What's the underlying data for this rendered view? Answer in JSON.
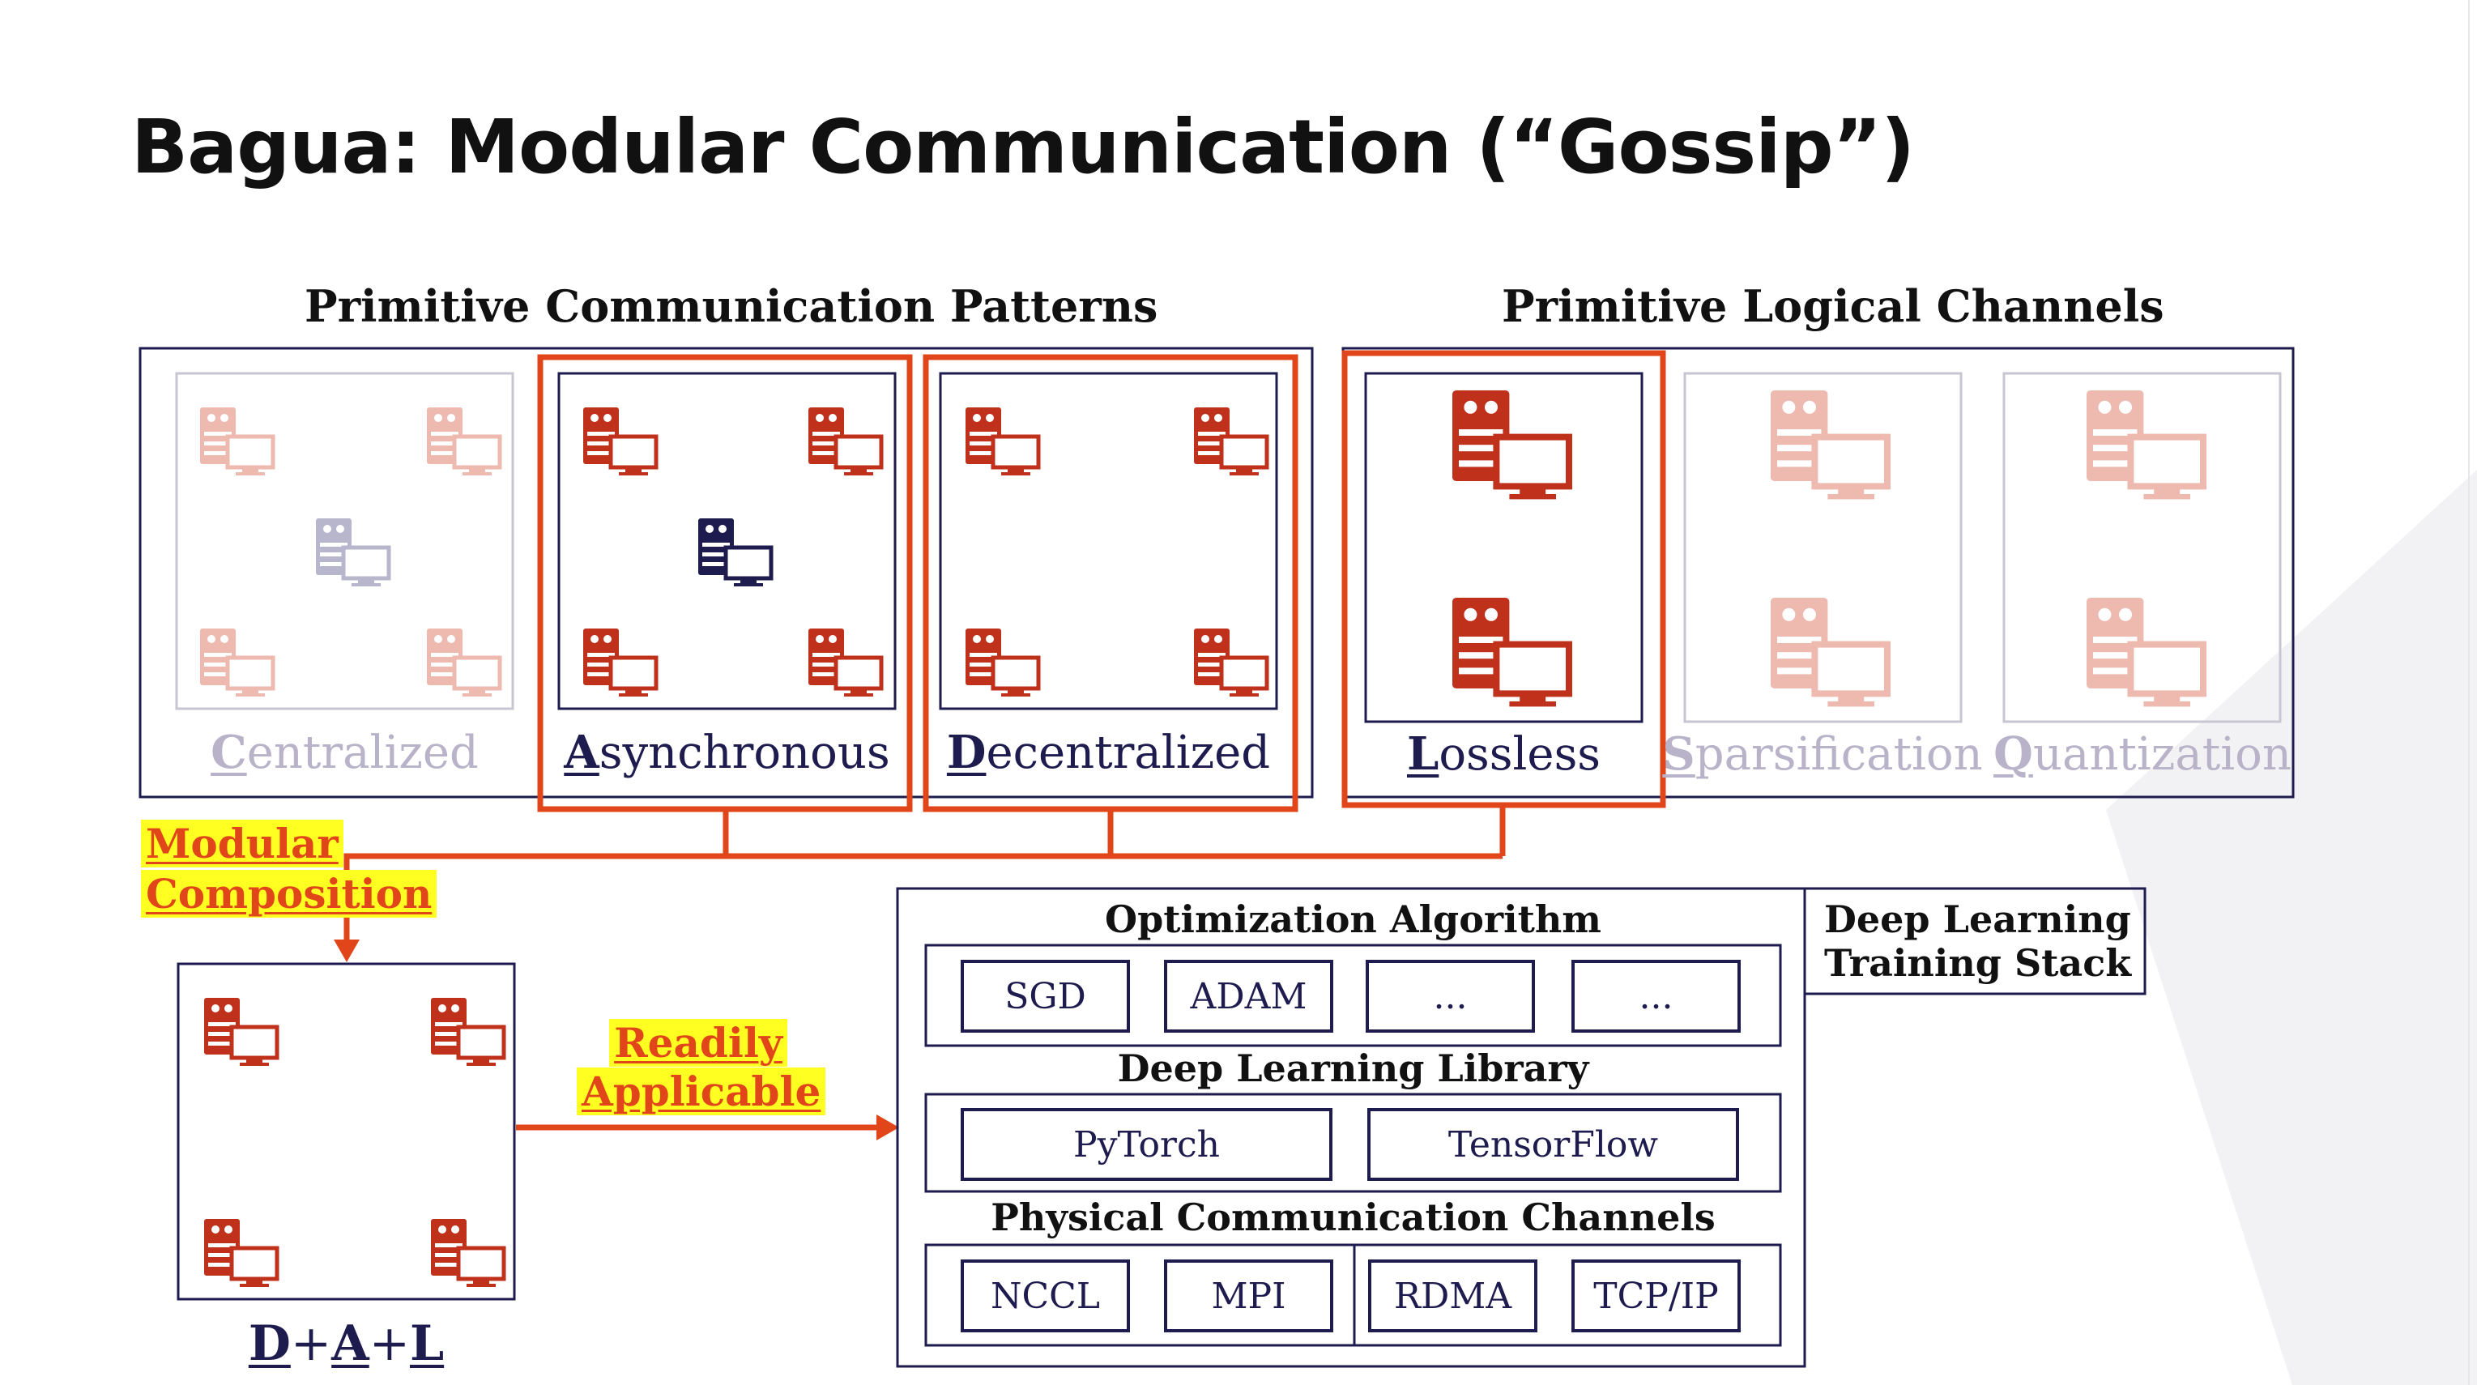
{
  "title": "Bagua: Modular Communication (“Gossip”)",
  "headings": {
    "patterns": "Primitive Communication Patterns",
    "channels": "Primitive Logical Channels"
  },
  "patterns": [
    {
      "first": "C",
      "rest": "entralized",
      "active": false
    },
    {
      "first": "A",
      "rest": "synchronous",
      "active": true
    },
    {
      "first": "D",
      "rest": "ecentralized",
      "active": true
    }
  ],
  "channels": [
    {
      "first": "L",
      "rest": "ossless",
      "active": true
    },
    {
      "first": "S",
      "rest": "parsification",
      "active": false
    },
    {
      "first": "Q",
      "rest": "uantization",
      "active": false
    }
  ],
  "composition": {
    "label_line1": "Modular",
    "label_line2": "Composition",
    "result": {
      "d": "D",
      "a": "A",
      "l": "L",
      "plus": "+"
    }
  },
  "applicable": {
    "line1": "Readily",
    "line2": "Applicable"
  },
  "stack": {
    "side_label_line1": "Deep Learning",
    "side_label_line2": "Training Stack",
    "layers": [
      {
        "title": "Optimization Algorithm",
        "items": [
          "SGD",
          "ADAM",
          "...",
          "..."
        ]
      },
      {
        "title": "Deep Learning Library",
        "items": [
          "PyTorch",
          "TensorFlow"
        ]
      },
      {
        "title": "Physical Communication Channels",
        "items": [
          "NCCL",
          "MPI",
          "RDMA",
          "TCP/IP"
        ]
      }
    ]
  },
  "colors": {
    "accent": "#e0461a",
    "navy": "#1e1b4f",
    "server_red": "#c0311c",
    "server_faded": "#eeb9ae",
    "highlight": "#ffff22"
  },
  "icons": {
    "server": "server-computer-icon"
  }
}
